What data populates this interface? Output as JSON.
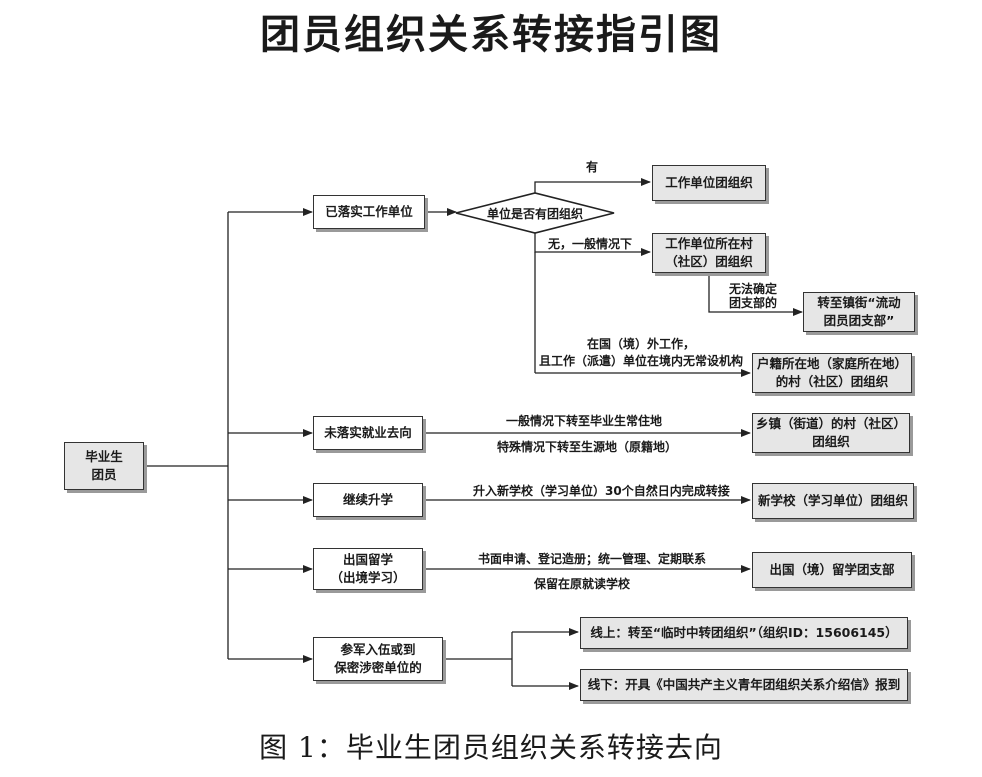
{
  "title": "团员组织关系转接指引图",
  "caption": "图 1：毕业生团员组织关系转接去向",
  "root": {
    "line1": "毕业生",
    "line2": "团员"
  },
  "employed": {
    "label": "已落实工作单位",
    "decision": "单位是否有团组织",
    "yes_label": "有",
    "yes_target": "工作单位团组织",
    "no_label": "无，一般情况下",
    "no_target": {
      "line1": "工作单位所在村",
      "line2": "（社区）团组织"
    },
    "undetermined_label": {
      "line1": "无法确定",
      "line2": "团支部的"
    },
    "undetermined_target": {
      "line1": "转至镇街“流动",
      "line2": "团员团支部”"
    },
    "abroad_label": {
      "line1": "在国（境）外工作，",
      "line2": "且工作（派遣）单位在境内无常设机构"
    },
    "abroad_target": {
      "line1": "户籍所在地（家庭所在地）",
      "line2": "的村（社区）团组织"
    }
  },
  "unemployed": {
    "label": "未落实就业去向",
    "note1": "一般情况下转至毕业生常住地",
    "note2": "特殊情况下转至生源地（原籍地）",
    "target": {
      "line1": "乡镇（街道）的村（社区）",
      "line2": "团组织"
    }
  },
  "further_study": {
    "label": "继续升学",
    "note": "升入新学校（学习单位）30个自然日内完成转接",
    "target": "新学校（学习单位）团组织"
  },
  "study_abroad": {
    "label": {
      "line1": "出国留学",
      "line2": "（出境学习）"
    },
    "note1": "书面申请、登记造册；统一管理、定期联系",
    "note2": "保留在原就读学校",
    "target": "出国（境）留学团支部"
  },
  "military": {
    "label": {
      "line1": "参军入伍或到",
      "line2": "保密涉密单位的"
    },
    "online": "线上：转至“临时中转团组织”（组织ID：15606145）",
    "offline": "线下：开具《中国共产主义青年团组织关系介绍信》报到"
  }
}
